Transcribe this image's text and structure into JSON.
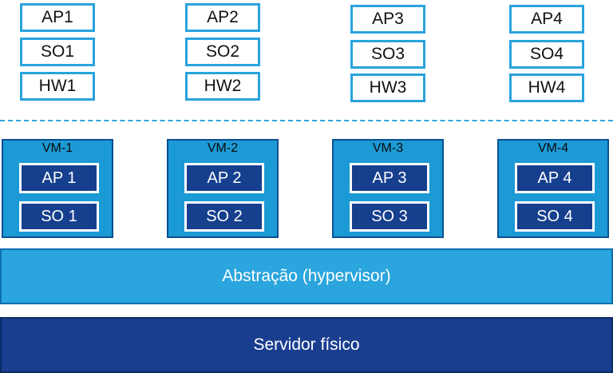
{
  "physical_stacks": [
    {
      "ap": "AP1",
      "so": "SO1",
      "hw": "HW1"
    },
    {
      "ap": "AP2",
      "so": "SO2",
      "hw": "HW2"
    },
    {
      "ap": "AP3",
      "so": "SO3",
      "hw": "HW3"
    },
    {
      "ap": "AP4",
      "so": "SO4",
      "hw": "HW4"
    }
  ],
  "vms": [
    {
      "label": "VM-1",
      "ap": "AP 1",
      "so": "SO 1"
    },
    {
      "label": "VM-2",
      "ap": "AP 2",
      "so": "SO 2"
    },
    {
      "label": "VM-3",
      "ap": "AP 3",
      "so": "SO 3"
    },
    {
      "label": "VM-4",
      "ap": "AP 4",
      "so": "SO 4"
    }
  ],
  "hypervisor": "Abstração (hypervisor)",
  "server": "Servidor físico",
  "colors": {
    "outline_cyan": "#29a3dc",
    "vm_fill": "#1c9ad6",
    "inner_box": "#163f8e",
    "hypervisor_fill": "#2aa5dd",
    "server_fill": "#1a3e8f"
  }
}
